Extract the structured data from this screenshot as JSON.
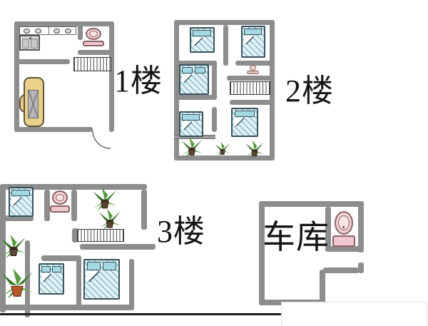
{
  "labels": {
    "floor1": "1楼",
    "floor2": "2楼",
    "floor3": "3楼",
    "garage": "车库"
  },
  "floors": [
    {
      "id": "floor1",
      "label": "1楼",
      "items": [
        "stove-icon",
        "sink-icon",
        "toilet-icon",
        "staircase-icon",
        "sofa-icon",
        "door-swing-icon"
      ]
    },
    {
      "id": "floor2",
      "label": "2楼",
      "items": [
        "bed-icon x5",
        "toilet-icon",
        "staircase-icon",
        "plant-icon x3"
      ]
    },
    {
      "id": "floor3",
      "label": "3楼",
      "items": [
        "bed-icon x3",
        "toilet-icon",
        "staircase-icon",
        "plant-icon x4"
      ]
    },
    {
      "id": "garage",
      "label": "车库",
      "items": [
        "toilet-icon"
      ]
    }
  ],
  "colors": {
    "wall": "#8d8d8d",
    "bed_fill": "#e4f1f5",
    "bed_stripe": "#7ab5c2",
    "bed_outline": "#37525d",
    "pillow": "#a4d9e4",
    "toilet": "#f3d4d7",
    "plant_leaf_dark": "#3e7c31",
    "plant_leaf_light": "#6fae4e",
    "plant_pot_dark": "#5a4632",
    "plant_pot_terracotta": "#b4592b",
    "sofa": "#e9d18c",
    "label_text": "#141414"
  }
}
